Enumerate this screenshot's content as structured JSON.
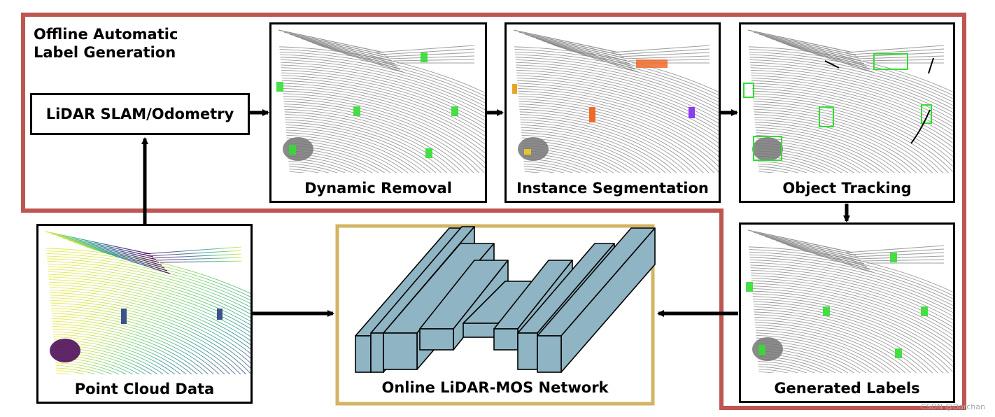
{
  "region_title_line1": "Offline Automatic",
  "region_title_line2": "Label Generation",
  "nodes": {
    "slam": "LiDAR SLAM/Odometry",
    "dynamic_removal": "Dynamic  Removal",
    "instance_segmentation": "Instance Segmentation",
    "object_tracking": "Object Tracking",
    "generated_labels": "Generated Labels",
    "point_cloud": "Point Cloud Data",
    "network": "Online LiDAR-MOS Network"
  },
  "watermark": "CSDN @Darchan",
  "colors": {
    "offline_region_border": "#bd5552",
    "network_border": "#d2b464",
    "network_block_fill": "#8fb4c3",
    "scan_gray": "#888888",
    "moving_green": "#33dd33",
    "moving_orange": "#ee6a2a",
    "moving_purple": "#8a3cf0"
  }
}
